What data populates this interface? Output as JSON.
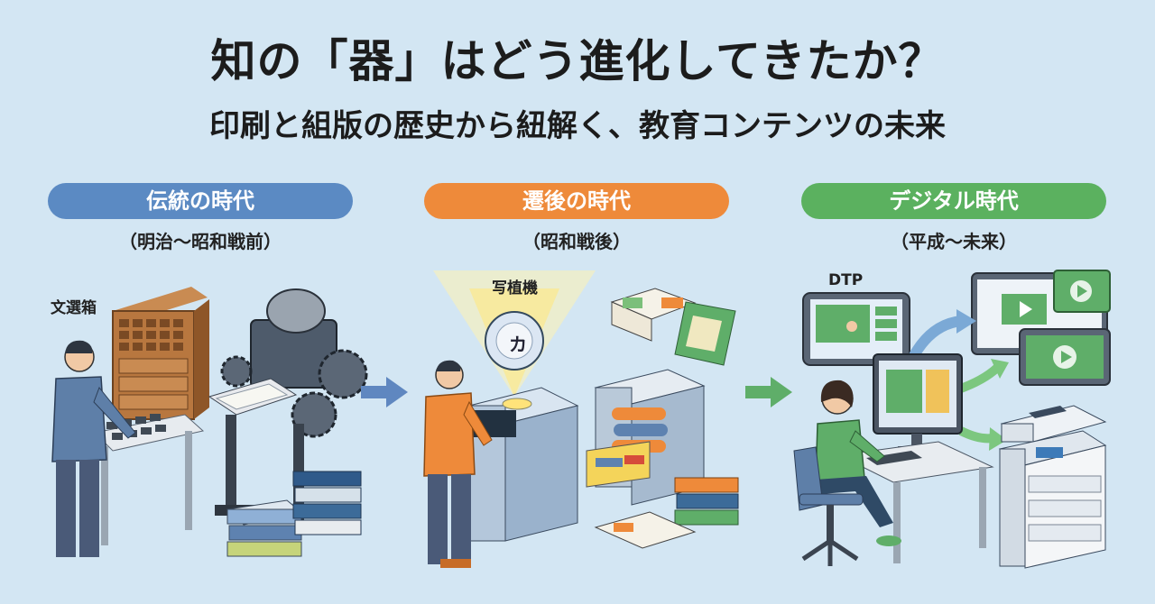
{
  "title": "知の「器」はどう進化してきたか？",
  "subtitle": "印刷と組版の歴史から紐解く、教育コンテンツの未来",
  "eras": [
    {
      "name": "伝統の時代",
      "period": "（明治〜昭和戦前）",
      "color": "#5b8ac3",
      "label": "文選箱"
    },
    {
      "name": "遷後の時代",
      "period": "（昭和戦後）",
      "color": "#ee8a3a",
      "label": "写植機",
      "lens_char": "カ"
    },
    {
      "name": "デジタル時代",
      "period": "（平成〜未来）",
      "color": "#5bb15f",
      "label": "DTP"
    }
  ]
}
